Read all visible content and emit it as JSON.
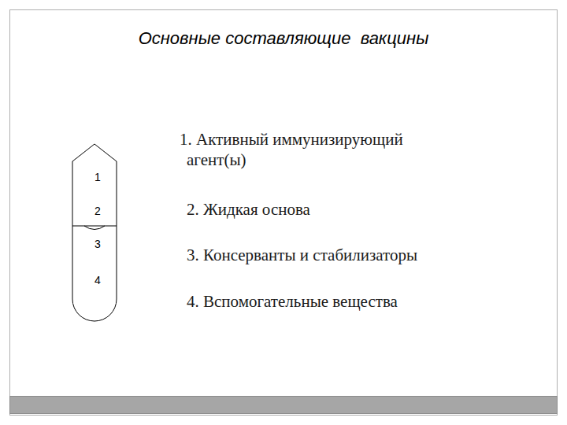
{
  "diagram": {
    "title": "Основные составляющие  вакцины",
    "nodes": [
      {
        "text": [
          "1",
          "2",
          "3",
          "4"
        ]
      }
    ],
    "labels": [
      "1. Активный иммунизирующий агент(ы)",
      "2. Жидкая основа",
      "3. Консерванты и стабилизаторы",
      "4. Вспомогательные вещества"
    ]
  }
}
